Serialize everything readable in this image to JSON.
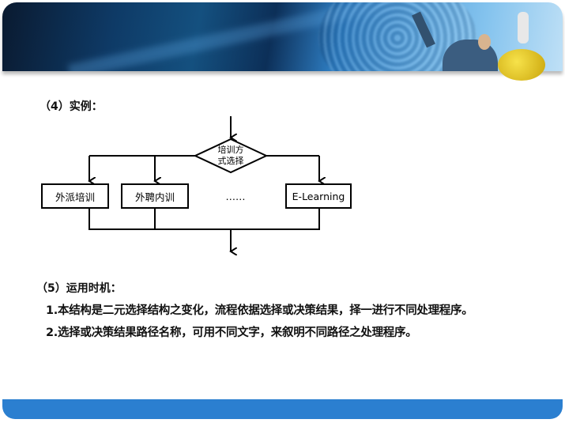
{
  "section4": {
    "heading": "（4）实例："
  },
  "flowchart": {
    "decision": {
      "line1": "培训方",
      "line2": "式选择"
    },
    "options": [
      "外派培训",
      "外聘内训",
      "……",
      "E-Learning"
    ]
  },
  "section5": {
    "heading": "（5）运用时机：",
    "items": [
      "1.本结构是二元选择结构之变化，流程依据选择或决策结果，择一进行不同处理程序。",
      "2.选择或决策结果路径名称，可用不同文字，来叙明不同路径之处理程序。"
    ]
  },
  "colors": {
    "banner": "#14507f",
    "footer": "#2b7fd0"
  }
}
